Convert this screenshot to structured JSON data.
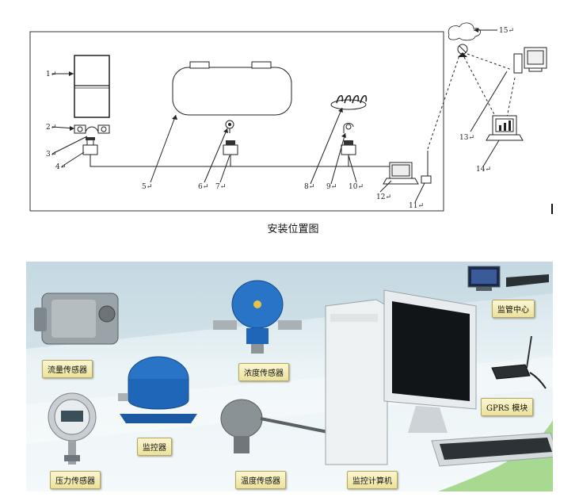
{
  "diagram": {
    "numbers": {
      "n1": "1",
      "n2": "2",
      "n3": "3",
      "n4": "4",
      "n5": "5",
      "n6": "6",
      "n7": "7",
      "n8": "8",
      "n9": "9",
      "n10": "10",
      "n11": "11",
      "n12": "12",
      "n13": "13",
      "n14": "14",
      "n15": "15"
    },
    "para_mark": "↵",
    "caption": "安装位置图"
  },
  "photo": {
    "labels": {
      "flow_sensor": "流量传感器",
      "pressure_sensor": "压力传感器",
      "controller": "监控器",
      "concentration_sensor": "浓度传感器",
      "temperature_sensor": "温度传感器",
      "monitor_computer": "监控计算机",
      "monitor_center": "监管中心",
      "gprs_module": "GPRS 模块"
    },
    "colors": {
      "device_blue": "#1f66b8",
      "label_bg": "#f3ecb6",
      "panel_bg": "#e3eef2"
    }
  }
}
